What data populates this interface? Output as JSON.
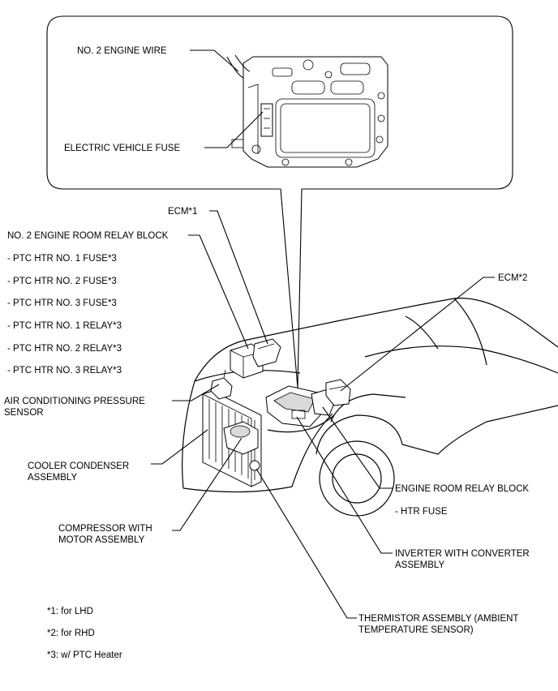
{
  "callout_labels": {
    "no2_engine_wire": "NO. 2 ENGINE WIRE",
    "electric_vehicle_fuse": "ELECTRIC VEHICLE FUSE"
  },
  "labels": {
    "ecm1": "ECM*1",
    "ecm2": "ECM*2",
    "no2_engine_room_relay_block": "NO. 2 ENGINE ROOM RELAY BLOCK",
    "ptc_items": [
      "- PTC HTR NO. 1 FUSE*3",
      "- PTC HTR NO. 2 FUSE*3",
      "- PTC HTR NO. 3 FUSE*3",
      "- PTC HTR NO. 1 RELAY*3",
      "- PTC HTR NO. 2 RELAY*3",
      "- PTC HTR NO. 3 RELAY*3"
    ],
    "ac_pressure_sensor": [
      "AIR CONDITIONING PRESSURE",
      "SENSOR"
    ],
    "cooler_condenser": [
      "COOLER CONDENSER",
      "ASSEMBLY"
    ],
    "compressor": [
      "COMPRESSOR WITH",
      "MOTOR ASSEMBLY"
    ],
    "engine_room_relay_block": "ENGINE ROOM RELAY BLOCK",
    "htr_fuse": "- HTR FUSE",
    "inverter": [
      "INVERTER WITH CONVERTER",
      "ASSEMBLY"
    ],
    "thermistor": [
      "THERMISTOR ASSEMBLY (AMBIENT",
      "TEMPERATURE SENSOR)"
    ]
  },
  "footnotes": [
    "*1: for LHD",
    "*2: for RHD",
    "*3: w/ PTC Heater"
  ]
}
